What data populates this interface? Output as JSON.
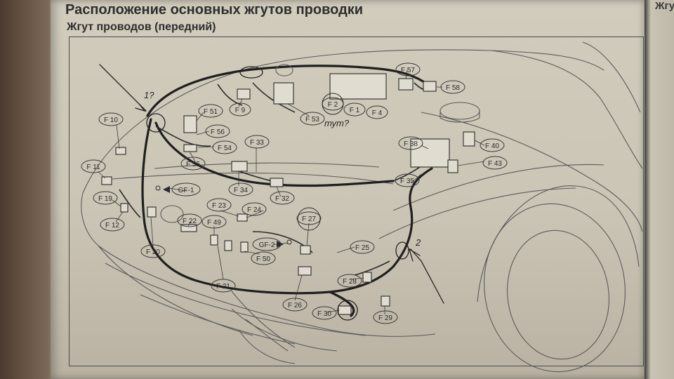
{
  "page": {
    "title": "Расположение основных жгутов проводки",
    "subtitle": "Жгут проводов (передний)",
    "right_page_text": "Жгу"
  },
  "labels": {
    "F10": "F 10",
    "F11": "F 11",
    "F19": "F 19",
    "F12": "F 12",
    "F20": "F 20",
    "F22": "F 22",
    "F21": "F 21",
    "F49": "F 49",
    "F50": "F 50",
    "F23": "F 23",
    "F24": "F 24",
    "F27": "F 27",
    "F25": "F 25",
    "F26": "F 26",
    "F28": "F 28",
    "F30": "F 30",
    "F29": "F 29",
    "F51": "F 51",
    "F56": "F 56",
    "F54": "F 54",
    "F55": "F 55",
    "F9": "F 9",
    "F53": "F 53",
    "F2": "F 2",
    "F1": "F 1",
    "F4": "F 4",
    "F57": "F 57",
    "F58": "F 58",
    "F33": "F 33",
    "F34": "F 34",
    "F32": "F 32",
    "F38": "F 38",
    "F40": "F 40",
    "F43": "F 43",
    "F35": "F 35",
    "GF1": "GF-1",
    "GF2": "GF-2"
  },
  "handwriting": {
    "near_f10": "1?",
    "near_f25": "2",
    "near_f2": "тут?"
  }
}
